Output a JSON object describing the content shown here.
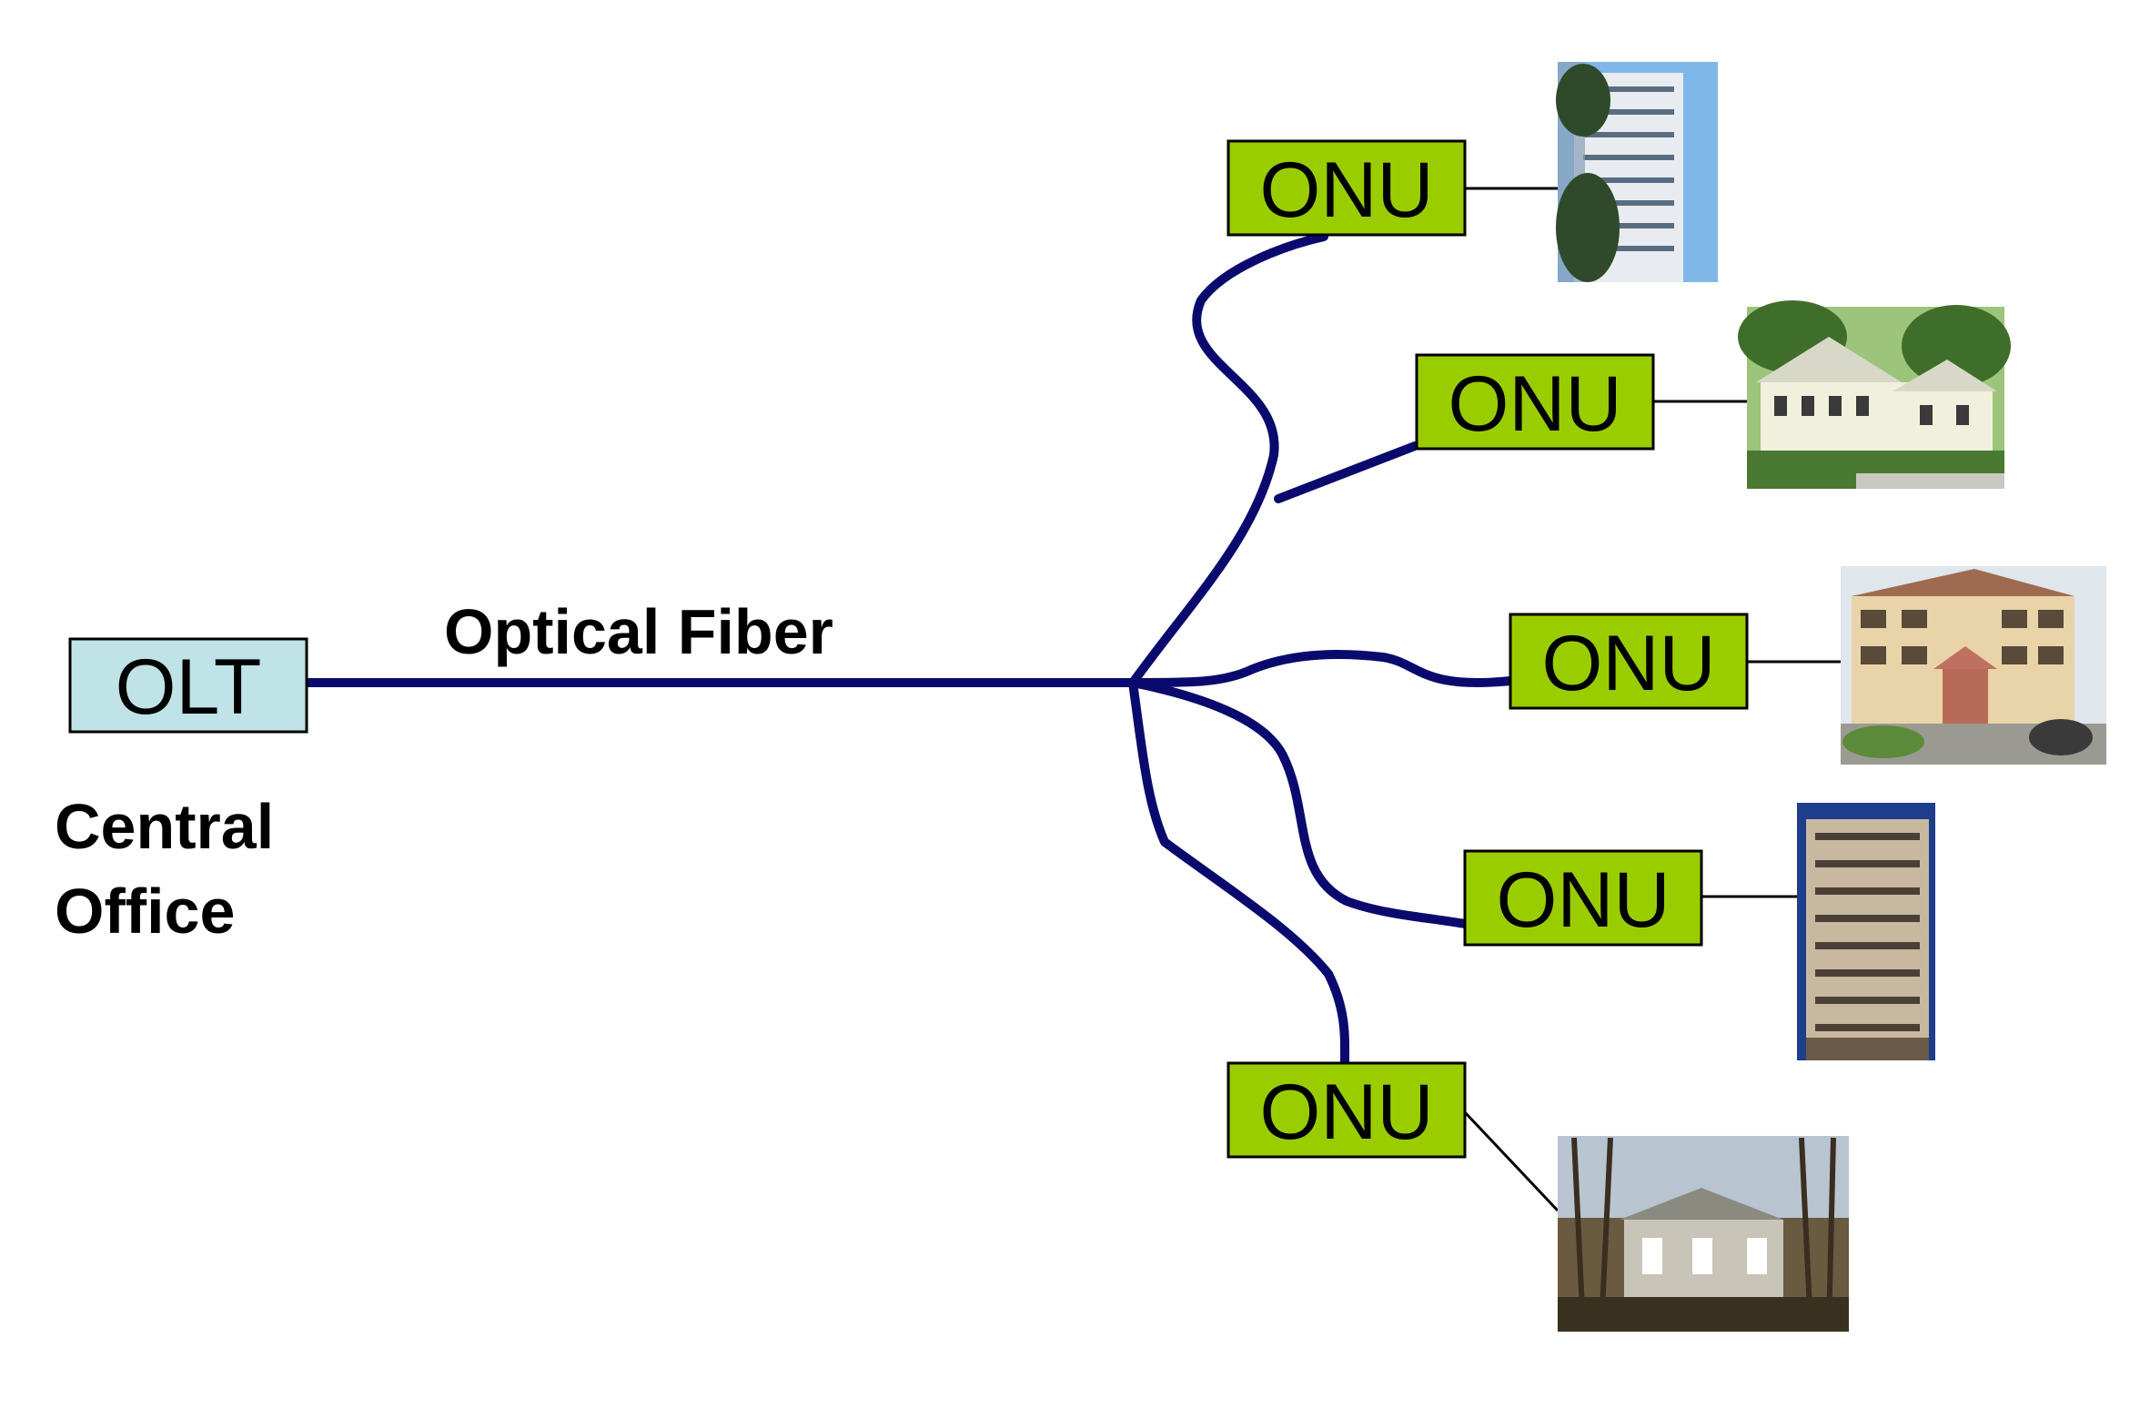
{
  "olt": {
    "label": "OLT"
  },
  "fiber_label": "Optical Fiber",
  "central_office": {
    "line1": "Central",
    "line2": "Office"
  },
  "onus": [
    {
      "label": "ONU",
      "building": "high-rise apartment tower"
    },
    {
      "label": "ONU",
      "building": "house with trees"
    },
    {
      "label": "ONU",
      "building": "apartment complex"
    },
    {
      "label": "ONU",
      "building": "office building"
    },
    {
      "label": "ONU",
      "building": "suburban house"
    }
  ],
  "colors": {
    "olt_fill": "#bfe3e6",
    "onu_fill": "#9acd00",
    "fiber": "#0a0a6e"
  }
}
